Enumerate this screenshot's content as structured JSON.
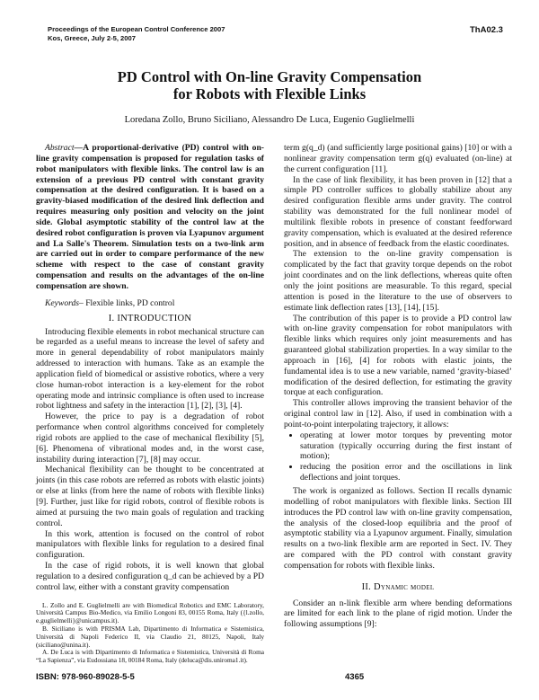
{
  "header": {
    "line1": "Proceedings of the European Control Conference 2007",
    "line2": "Kos, Greece, July 2-5, 2007",
    "code": "ThA02.3"
  },
  "title": {
    "line1": "PD Control with On-line Gravity Compensation",
    "line2": "for Robots with Flexible Links"
  },
  "authors": "Loredana Zollo, Bruno Siciliano, Alessandro De Luca, Eugenio Guglielmelli",
  "abstract": {
    "label": "Abstract",
    "text": "—A proportional-derivative (PD) control with on-line gravity compensation is proposed for regulation tasks of robot manipulators with flexible links. The control law is an extension of a previous PD control with constant gravity compensation at the desired configuration. It is based on a gravity-biased modification of the desired link deflection and requires measuring only position and velocity on the joint side. Global asymptotic stability of the control law at the desired robot configuration is proven via Lyapunov argument and La Salle's Theorem. Simulation tests on a two-link arm are carried out in order to compare performance of the new scheme with respect to the case of constant gravity compensation and results on the advantages of the on-line compensation are shown."
  },
  "keywords": {
    "label": "Keywords",
    "text": "– Flexible links, PD control"
  },
  "section1": "I. INTRODUCTION",
  "left_paragraphs": [
    "Introducing flexible elements in robot mechanical structure can be regarded as a useful means to increase the level of safety and more in general dependability of robot manipulators mainly addressed to interaction with humans. Take as an example the application field of biomedical or assistive robotics, where a very close human-robot interaction is a key-element for the robot operating mode and intrinsic compliance is often used to increase robot lightness and safety in the interaction [1], [2], [3], [4].",
    "However, the price to pay is a degradation of robot performance when control algorithms conceived for completely rigid robots are applied to the case of mechanical flexibility [5], [6]. Phenomena of vibrational modes and, in the worst case, instability during interaction [7], [8] may occur.",
    "Mechanical flexibility can be thought to be concentrated at joints (in this case robots are referred as robots with elastic joints) or else at links (from here the name of robots with flexible links) [9]. Further, just like for rigid robots, control of flexible robots is aimed at pursuing the two main goals of regulation and tracking control.",
    "In this work, attention is focused on the control of robot manipulators with flexible links for regulation to a desired final configuration.",
    "In the case of rigid robots, it is well known that global regulation to a desired configuration q_d can be achieved by a PD control law, either with a constant gravity compensation"
  ],
  "footnotes": [
    "L. Zollo and E. Guglielmelli are with Biomedical Robotics and EMC Laboratory, Università Campus Bio-Medico, via Emilio Longoni 83, 00155 Roma, Italy ({l.zollo, e.guglielmelli}@unicampus.it).",
    "B. Siciliano is with PRISMA Lab, Dipartimento di Informatica e Sistemistica, Università di Napoli Federico II, via Claudio 21, 80125, Napoli, Italy (siciliano@unina.it).",
    "A. De Luca is with Dipartimento di Informatica e Sistemistica, Università di Roma “La Sapienza”, via Eudossiana 18, 00184 Roma, Italy (deluca@dis.uniroma1.it)."
  ],
  "right_paragraphs": [
    "term g(q_d) (and sufficiently large positional gains) [10] or with a nonlinear gravity compensation term g(q) evaluated (on-line) at the current configuration [11].",
    "In the case of link flexibility, it has been proven in [12] that a simple PD controller suffices to globally stabilize about any desired configuration flexible arms under gravity. The control stability was demonstrated for the full nonlinear model of multilink flexible robots in presence of constant feedforward gravity compensation, which is evaluated at the desired reference position, and in absence of feedback from the elastic coordinates.",
    "The extension to the on-line gravity compensation is complicated by the fact that gravity torque depends on the robot joint coordinates and on the link deflections, whereas quite often only the joint positions are measurable. To this regard, special attention is posed in the literature to the use of observers to estimate link deflection rates [13], [14], [15].",
    "The contribution of this paper is to provide a PD control law with on-line gravity compensation for robot manipulators with flexible links which requires only joint measurements and has guaranteed global stabilization properties. In a way similar to the approach in [16], [4] for robots with elastic joints, the fundamental idea is to use a new variable, named ‘gravity-biased’ modification of the desired deflection, for estimating the gravity torque at each configuration.",
    "This controller allows improving the transient behavior of the original control law in [12]. Also, if used in combination with a point-to-point interpolating trajectory, it allows:"
  ],
  "bullets": [
    "operating at lower motor torques by preventing motor saturation (typically occurring during the first instant of motion);",
    "reducing the position error and the oscillations in link deflections and joint torques."
  ],
  "right_paragraph_after": "The work is organized as follows. Section II recalls dynamic modelling of robot manipulators with flexible links. Section III introduces the PD control law with on-line gravity compensation, the analysis of the closed-loop equilibria and the proof of asymptotic stability via a Lyapunov argument. Finally, simulation results on a two-link flexible arm are reported in Sect. IV. They are compared with the PD control with constant gravity compensation for robots with flexible links.",
  "section2": "II. Dynamic model",
  "section2_paragraph": "Consider an n-link flexible arm where bending deformations are limited for each link to the plane of rigid motion. Under the following assumptions [9]:",
  "footer": {
    "isbn": "ISBN: 978-960-89028-5-5",
    "page": "4365"
  }
}
